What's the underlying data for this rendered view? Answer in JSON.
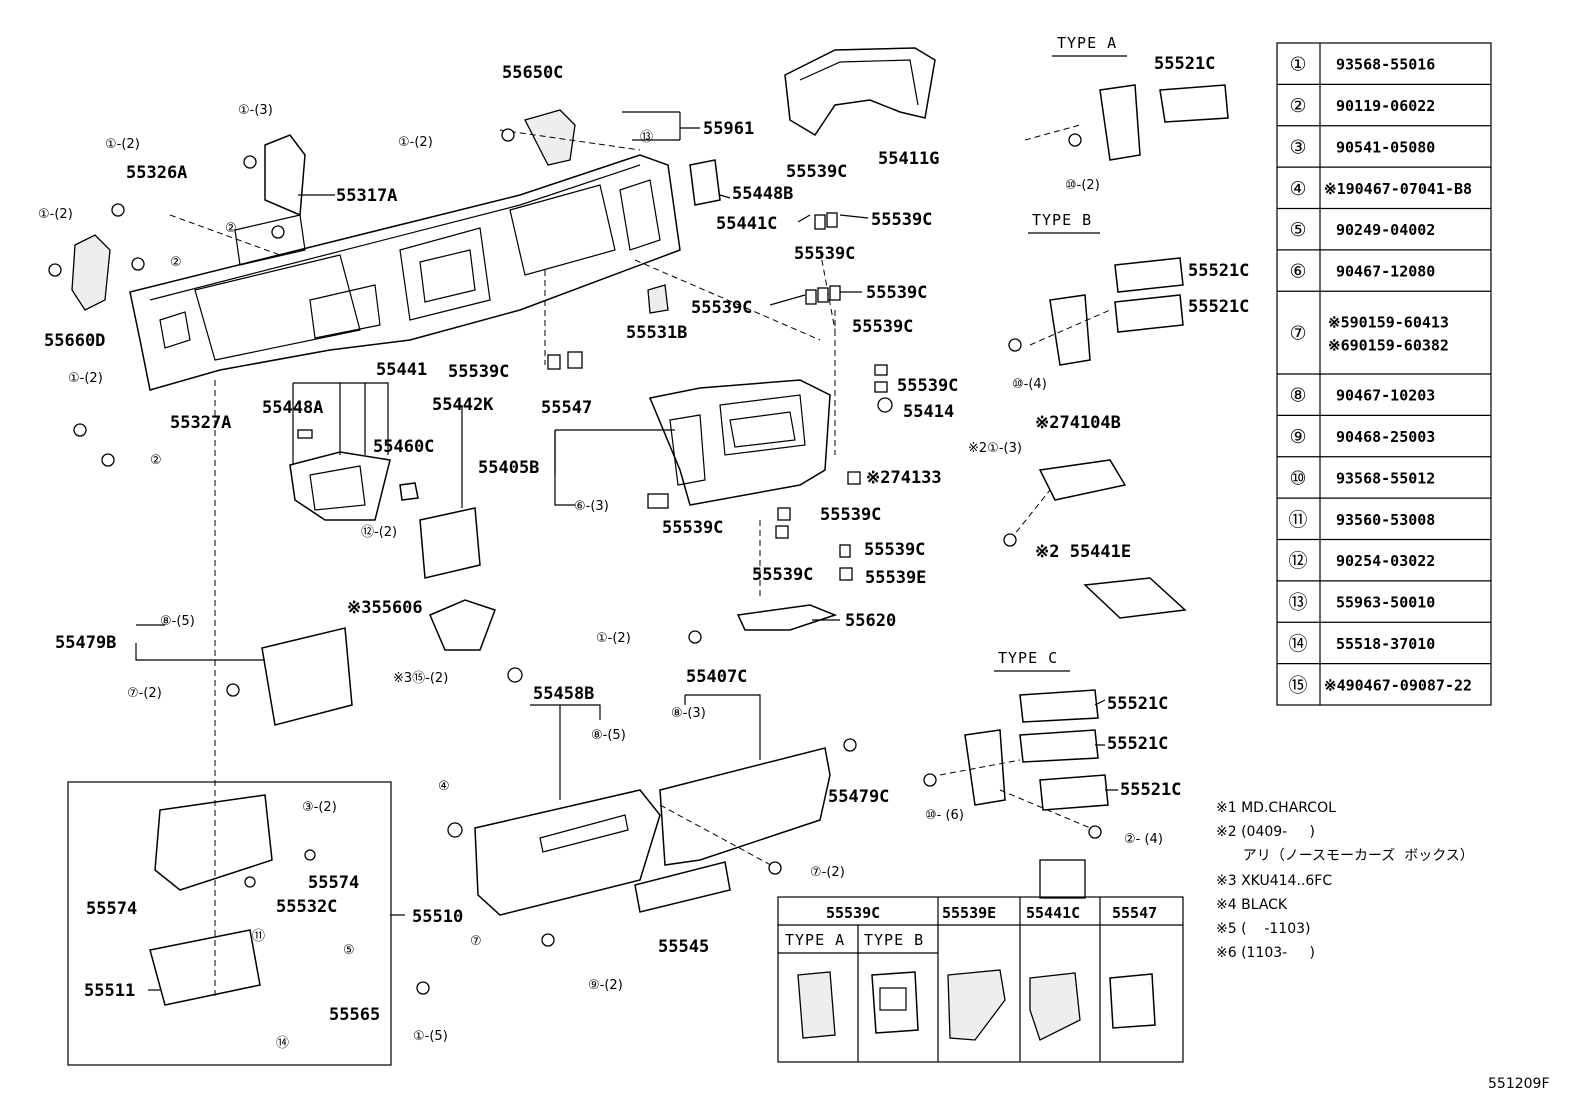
{
  "diagram_code": "551209F",
  "type_labels": {
    "a": "TYPE A",
    "b": "TYPE B",
    "c": "TYPE C"
  },
  "part_labels": {
    "p55650C": "55650C",
    "p55961": "55961",
    "p55411G": "55411G",
    "p55326A": "55326A",
    "p55317A": "55317A",
    "p55448B": "55448B",
    "p55539C_1": "55539C",
    "p55441C_1": "55441C",
    "p55539C_2": "55539C",
    "p55539C_3": "55539C",
    "p55539C_4": "55539C",
    "p55539C_5": "55539C",
    "p55531B": "55531B",
    "p55660D": "55660D",
    "p55441": "55441",
    "p55539C_6": "55539C",
    "p55547": "55547",
    "p55539C_7": "55539C",
    "p55414": "55414",
    "p55448A": "55448A",
    "p55442K": "55442K",
    "p55327A": "55327A",
    "p55460C": "55460C",
    "p55405B": "55405B",
    "p74133": "※274133",
    "p55539C_8": "55539C",
    "p55539C_9": "55539C",
    "p55539C_10": "55539C",
    "p55539C_11": "55539C",
    "p55539E": "55539E",
    "p55606": "※355606",
    "p55620": "55620",
    "p55479B": "55479B",
    "p55458B": "55458B",
    "p55407C": "55407C",
    "p55479C": "55479C",
    "p55574_1": "55574",
    "p55574_2": "55574",
    "p55532C": "55532C",
    "p55510": "55510",
    "p55545": "55545",
    "p55511": "55511",
    "p55565": "55565",
    "p55521C_a": "55521C",
    "p55521C_b1": "55521C",
    "p55521C_b2": "55521C",
    "p74104B": "※274104B",
    "p55441E": "※2 55441E",
    "p55521C_c1": "55521C",
    "p55521C_c2": "55521C",
    "p55521C_c3": "55521C"
  },
  "callouts": {
    "c1": "①-(2)",
    "c2": "①-(3)",
    "c3": "①-(2)",
    "c4": "①-(2)",
    "c5": "②",
    "c6": "②",
    "c7": "①-(2)",
    "c8": "②",
    "c9": "⑬",
    "c10": "⑥-(3)",
    "c11": "⑫-(2)",
    "c12": "⑧-(5)",
    "c13": "⑦-(2)",
    "c14": "※3⑮-(2)",
    "c15": "①-(2)",
    "c16": "⑧-(3)",
    "c17": "⑧-(5)",
    "c18": "④",
    "c19": "⑦-(2)",
    "c20": "⑦",
    "c21": "⑨-(2)",
    "c22": "③-(2)",
    "c23": "⑪",
    "c24": "⑤",
    "c25": "⑭",
    "c26": "①-(5)",
    "c27": "⑩-(2)",
    "c28": "⑩-(4)",
    "c29": "※2①-(3)",
    "c30": "⑩- (6)",
    "c31": "②- (4)"
  },
  "ref_table": [
    {
      "idx": "①",
      "part": "93568-55016"
    },
    {
      "idx": "②",
      "part": "90119-06022"
    },
    {
      "idx": "③",
      "part": "90541-05080"
    },
    {
      "idx": "④",
      "part": "※190467-07041-B8"
    },
    {
      "idx": "⑤",
      "part": "90249-04002"
    },
    {
      "idx": "⑥",
      "part": "90467-12080"
    },
    {
      "idx": "⑦",
      "part": "※590159-60413",
      "part2": "※690159-60382"
    },
    {
      "idx": "⑧",
      "part": "90467-10203"
    },
    {
      "idx": "⑨",
      "part": "90468-25003"
    },
    {
      "idx": "⑩",
      "part": "93568-55012"
    },
    {
      "idx": "⑪",
      "part": "93560-53008"
    },
    {
      "idx": "⑫",
      "part": "90254-03022"
    },
    {
      "idx": "⑬",
      "part": "55963-50010"
    },
    {
      "idx": "⑭",
      "part": "55518-37010"
    },
    {
      "idx": "⑮",
      "part": "※490467-09087-22"
    }
  ],
  "notes": [
    "※1 MD.CHARCOL",
    "※2 (0409-     )",
    "      アリ（ノースモーカーズ  ボックス）",
    "※3 XKU414..6FC",
    "※4 BLACK",
    "※5 (    -1103)",
    "※6 (1103-     )"
  ],
  "variant_table": {
    "headers": [
      "55539C",
      "55539E",
      "55441C",
      "55547"
    ],
    "subheaders": [
      "TYPE A",
      "TYPE B"
    ]
  }
}
